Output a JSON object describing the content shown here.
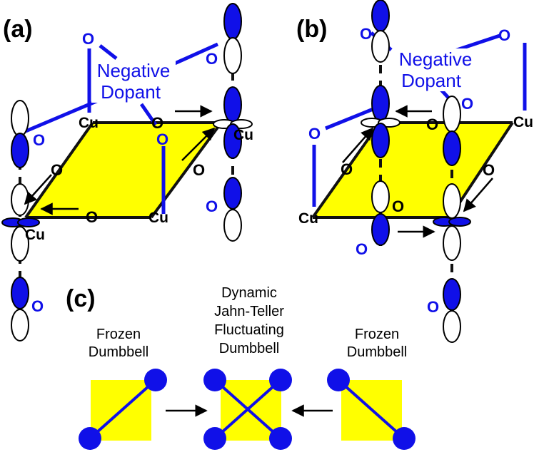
{
  "labels": {
    "panel_a": "(a)",
    "panel_b": "(b)",
    "panel_c": "(c)",
    "oxygen": "O",
    "copper": "Cu",
    "dopant_line1": "Negative",
    "dopant_line2": "Dopant"
  },
  "panel_c": {
    "left": [
      "Frozen",
      "Dumbbell"
    ],
    "middle": [
      "Dynamic",
      "Jahn-Teller",
      "Fluctuating",
      "Dumbbell"
    ],
    "right": [
      "Frozen",
      "Dumbbell"
    ]
  },
  "colors": {
    "plane": "#ffff00",
    "blue": "#1010e8",
    "black": "#000000"
  }
}
